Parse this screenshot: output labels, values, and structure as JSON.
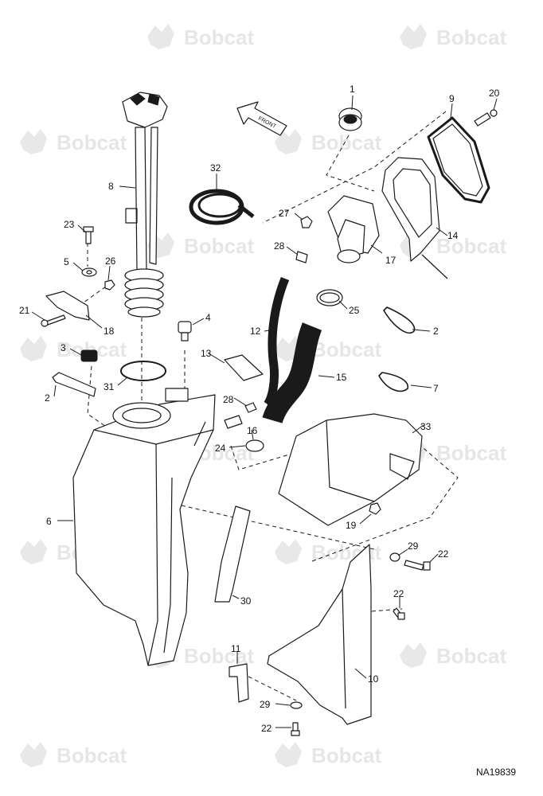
{
  "watermark": {
    "text": "Bobcat"
  },
  "figure_id": "NA19839",
  "front_label": "FRONT",
  "callouts": [
    "1",
    "9",
    "20",
    "32",
    "8",
    "27",
    "23",
    "28",
    "26",
    "5",
    "17",
    "14",
    "25",
    "21",
    "18",
    "12",
    "2",
    "4",
    "3",
    "13",
    "15",
    "31",
    "7",
    "2",
    "28",
    "16",
    "24",
    "33",
    "19",
    "6",
    "29",
    "22",
    "22",
    "30",
    "11",
    "10",
    "29",
    "22"
  ]
}
